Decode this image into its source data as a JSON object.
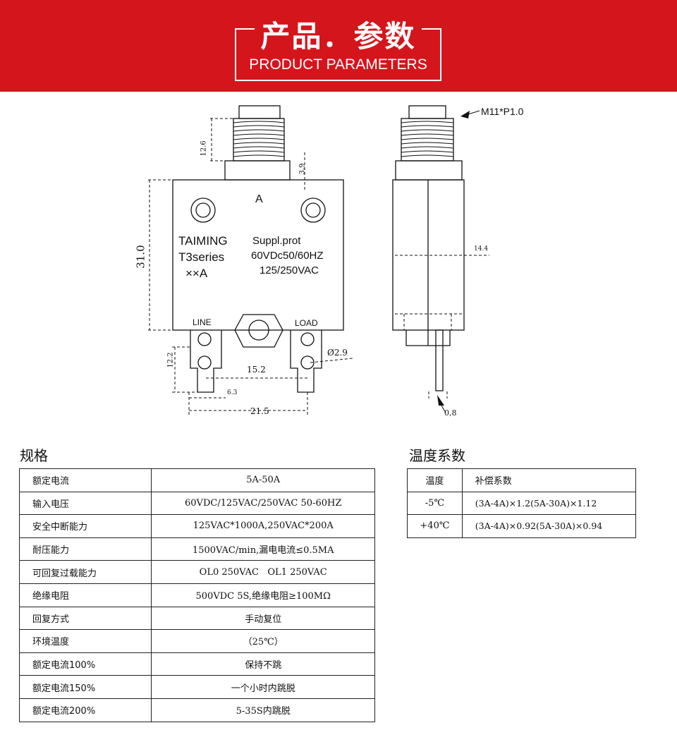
{
  "header": {
    "title_cn": "产品．参数",
    "title_en": "PRODUCT PARAMETERS"
  },
  "drawing": {
    "thread_label": "M11*P1.0",
    "front": {
      "label_a": "A",
      "brand": "TAIMING",
      "series": "T3series",
      "rating": "××A",
      "suppl": "Suppl.prot",
      "dc": "60VDc50/60HZ",
      "ac": "125/250VAC",
      "line": "LINE",
      "load": "LOAD"
    },
    "dims": {
      "d12_6": "12.6",
      "d3_9": "3.9",
      "d31_0": "31.0",
      "d12_2": "12.2",
      "d15_2": "15.2",
      "d6_3": "6.3",
      "d21_5": "21.5",
      "d2_9": "Ø2.9",
      "d14_4": "14.4",
      "d0_8": "0,8"
    }
  },
  "spec": {
    "title": "规格",
    "rows": [
      {
        "key": "额定电流",
        "value": "5A-50A"
      },
      {
        "key": "输入电压",
        "value": "60VDC/125VAC/250VAC 50-60HZ"
      },
      {
        "key": "安全中断能力",
        "value": "125VAC*1000A,250VAC*200A"
      },
      {
        "key": "耐压能力",
        "value": "1500VAC/min,漏电电流≤0.5MA"
      },
      {
        "key": "可回复过载能力",
        "value": "OL0 250VAC   OL1 250VAC"
      },
      {
        "key": "绝缘电阻",
        "value": "500VDC 5S,绝缘电阻≥100MΩ"
      },
      {
        "key": "回复方式",
        "value": "手动复位"
      },
      {
        "key": "环境温度",
        "value": "（25℃）"
      },
      {
        "key": "额定电流100%",
        "value": "保持不跳"
      },
      {
        "key": "额定电流150%",
        "value": "一个小时内跳脱"
      },
      {
        "key": "额定电流200%",
        "value": "5-35S内跳脱"
      }
    ]
  },
  "temp": {
    "title": "温度系数",
    "headers": [
      "温度",
      "补偿系数"
    ],
    "rows": [
      {
        "t": "-5℃",
        "c": "(3A-4A)×1.2(5A-30A)×1.12"
      },
      {
        "t": "+40℃",
        "c": "(3A-4A)×0.92(5A-30A)×0.94"
      }
    ]
  }
}
